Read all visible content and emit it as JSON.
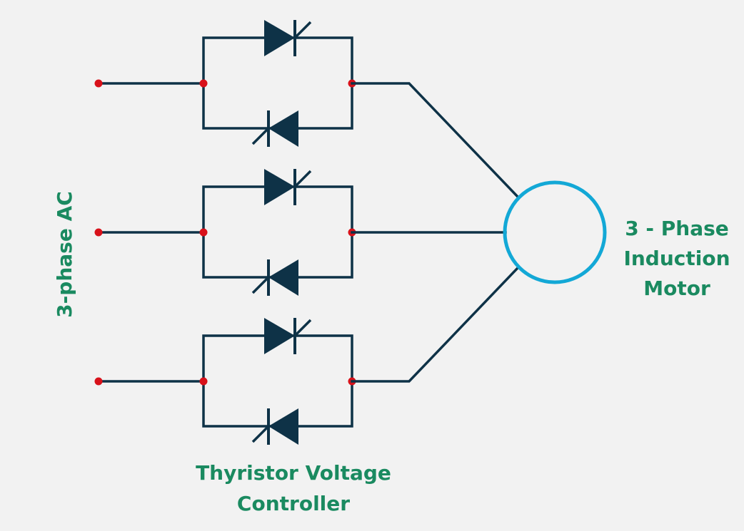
{
  "labels": {
    "source": "3-phase AC",
    "controller_line1": "Thyristor Voltage",
    "controller_line2": "Controller",
    "motor_line1": "3 - Phase",
    "motor_line2": "Induction",
    "motor_line3": "Motor"
  },
  "phases": [
    {
      "id": "phase-1"
    },
    {
      "id": "phase-2"
    },
    {
      "id": "phase-3"
    }
  ],
  "colors": {
    "background": "#f2f2f2",
    "wire": "#0e3247",
    "node": "#d8111a",
    "motor": "#13a8d6",
    "label": "#1a8a60"
  },
  "icons": {
    "thyristor": "thyristor-icon",
    "motor": "motor-circle-icon",
    "terminal": "terminal-dot-icon"
  }
}
